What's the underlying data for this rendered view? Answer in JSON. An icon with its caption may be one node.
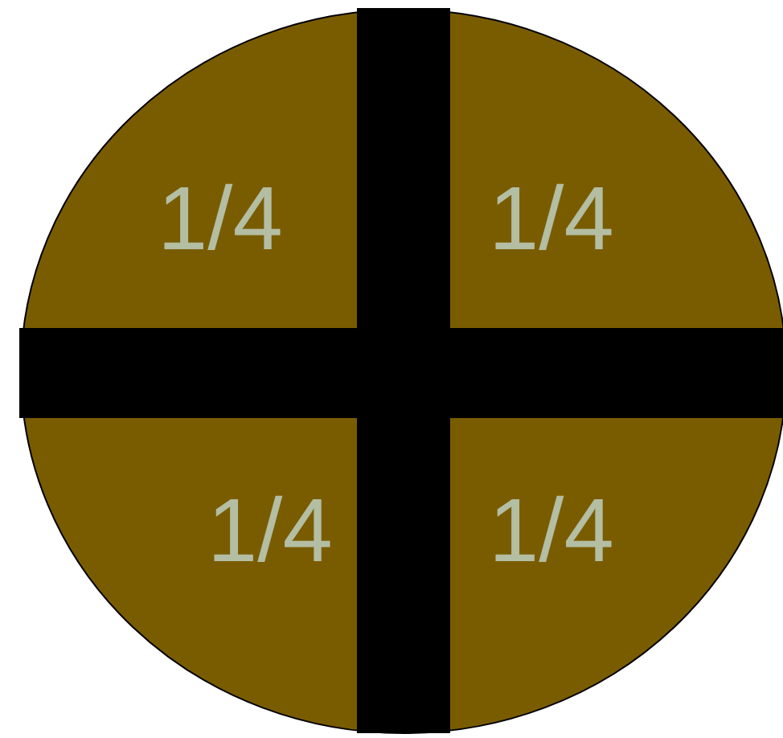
{
  "diagram": {
    "labels": [
      "1/4",
      "1/4",
      "1/4",
      "1/4"
    ]
  }
}
